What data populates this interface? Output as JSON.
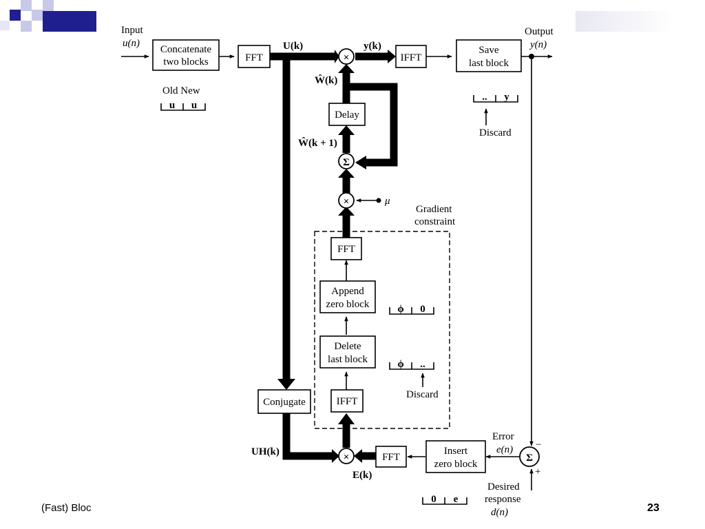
{
  "footer": {
    "text": "(Fast) Bloc",
    "page_number": "23"
  },
  "labels": {
    "input": "Input",
    "input_signal": "u(n)",
    "output": "Output",
    "output_signal": "y(n)",
    "U_k": "U(k)",
    "y_k": "y(k)",
    "W_k": "Ŵ(k)",
    "W_k1": "Ŵ(k + 1)",
    "mu": "μ",
    "UH_k": "UH(k)",
    "E_k": "E(k)",
    "error": "Error",
    "error_signal": "e(n)",
    "desired": "Desired",
    "response": "response",
    "desired_signal": "d(n)",
    "old_new": "Old New",
    "discard_top": "Discard",
    "discard_mid": "Discard",
    "gradient_1": "Gradient",
    "gradient_2": "constraint",
    "minus": "−",
    "plus": "+"
  },
  "blocks": {
    "concat_1": "Concatenate",
    "concat_2": "two blocks",
    "fft_top": "FFT",
    "ifft_top": "IFFT",
    "save_1": "Save",
    "save_2": "last block",
    "delay": "Delay",
    "fft_grad": "FFT",
    "append_1": "Append",
    "append_2": "zero block",
    "delete_1": "Delete",
    "delete_2": "last block",
    "ifft_grad": "IFFT",
    "conjugate": "Conjugate",
    "fft_bottom": "FFT",
    "insert_1": "Insert",
    "insert_2": "zero block"
  },
  "vectors": {
    "old_new": [
      "u",
      "u"
    ],
    "save_out": [
      "..",
      "y"
    ],
    "append": [
      "ϕ",
      "0"
    ],
    "delete": [
      "ϕ",
      ".."
    ],
    "insert": [
      "0",
      "e"
    ]
  },
  "symbols": {
    "multiply": "×",
    "sum": "Σ"
  },
  "colors": {
    "accent_dark": "#1f1f8f",
    "accent_light": "#c8c8e8",
    "ink": "#000000"
  }
}
